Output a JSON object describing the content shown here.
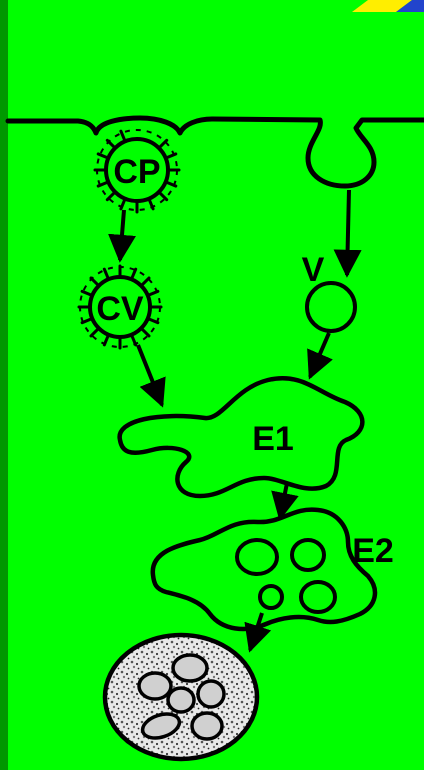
{
  "colors": {
    "background": "#00ff00",
    "left_bar": "#009900",
    "ink": "#000000",
    "corner_yellow": "#ffee00",
    "corner_blue": "#2244cc"
  },
  "labels": {
    "coated_pit": "CP",
    "coated_vesicle": "CV",
    "vesicle": "V",
    "early_endosome": "E1",
    "late_endosome": "E2"
  }
}
